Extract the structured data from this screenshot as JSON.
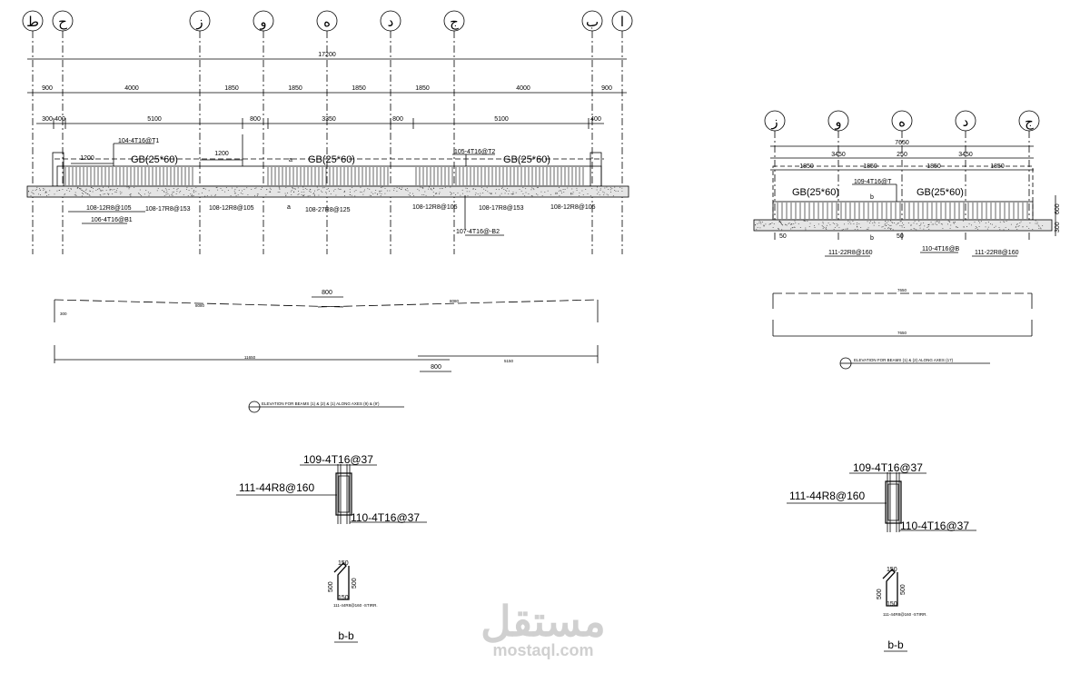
{
  "left_elevation": {
    "axes": [
      "ط",
      "ح",
      "ز",
      "و",
      "ه",
      "د",
      "ج",
      "ب",
      "ا"
    ],
    "overall_dim": "17200",
    "grid_dims": [
      "900",
      "4000",
      "1850",
      "1850",
      "1850",
      "1850",
      "4000",
      "900"
    ],
    "segment_dims": [
      "300",
      "400",
      "5100",
      "800",
      "3350",
      "800",
      "5100",
      "400"
    ],
    "beam_labels": [
      "GB(25*60)",
      "GB(25*60)",
      "GB(25*60)"
    ],
    "lap_dims": [
      "1200",
      "1200"
    ],
    "bar_marks": {
      "top_left": "104-4T16@T1",
      "top_right": "105-4T16@T2",
      "bottom_1": "108-12R8@105",
      "bottom_2": "108-17R8@153",
      "bottom_3": "108-12R8@105",
      "bottom_4": "108-27R8@125",
      "bottom_5": "108-12R8@105",
      "bottom_6": "108-17R8@153",
      "bottom_7": "108-12R8@105",
      "bottom_bar": "106-4T16@B1",
      "bottom_bar_2": "107-4T16@-B2"
    },
    "section_mark_a": "a",
    "bar_schedule": {
      "top_dim": "8080",
      "top_dim_2": "8080",
      "lap": "800",
      "bottom_dim": "11650",
      "bottom_dim_2": "5150",
      "lap_2": "800",
      "end": "300"
    },
    "caption": "ELEVATION FOR BEAMS (1) & (2) & (1) ALONG AXES (9) & (9')"
  },
  "right_elevation": {
    "axes": [
      "ز",
      "و",
      "ه",
      "د",
      "ج"
    ],
    "overall_dim": "7650",
    "half_dims": [
      "3450",
      "250",
      "3450"
    ],
    "quarter_dims": [
      "1850",
      "1850",
      "1850",
      "1850"
    ],
    "beam_labels": [
      "GB(25*60)",
      "GB(25*60)"
    ],
    "bar_marks": {
      "top": "109-4T16@T",
      "bottom": "110-4T16@B",
      "stirrups_1": "111-22R8@160",
      "stirrups_2": "111-22R8@160"
    },
    "section_mark_b": "b",
    "depth_dims": [
      "300",
      "600"
    ],
    "ends": [
      "50",
      "50"
    ],
    "bar_schedule": {
      "top_dim": "7650",
      "bottom_dim": "7650"
    },
    "caption": "ELEVATION FOR BEAMS (1) & (2) ALONG AXES (17)"
  },
  "section_left": {
    "top_bar": "109-4T16@37",
    "stirrup": "111-44R8@160",
    "bottom_bar": "110-4T16@37",
    "stirrup_dims": [
      "150",
      "500",
      "500",
      "150"
    ],
    "stirrup_note": "111-44R8@160 -STIRR.",
    "title": "b-b"
  },
  "section_right": {
    "top_bar": "109-4T16@37",
    "stirrup": "111-44R8@160",
    "bottom_bar": "110-4T16@37",
    "stirrup_dims": [
      "150",
      "500",
      "500",
      "150"
    ],
    "stirrup_note": "111-44R8@160 -STIRR.",
    "title": "b-b"
  },
  "watermark": {
    "arabic": "مستقل",
    "latin": "mostaql.com"
  }
}
